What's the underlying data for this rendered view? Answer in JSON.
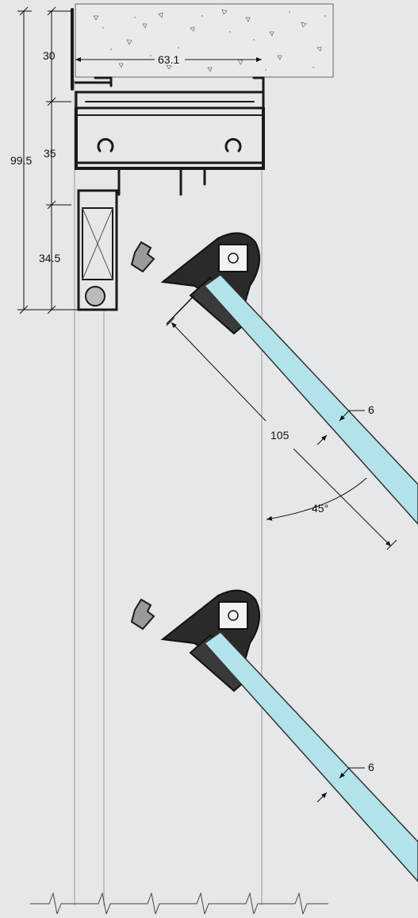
{
  "dimensions": {
    "overall_height": "99.5",
    "top_segment": "30",
    "middle_segment": "35",
    "bottom_segment": "34.5",
    "head_depth": "63.1",
    "blade_width": "105",
    "glass_thickness_upper": "6",
    "glass_thickness_lower": "6",
    "blade_angle": "45°"
  },
  "colors": {
    "background": "#e6e7e8",
    "concrete": "#e9eaea",
    "profile": "#1a1a1a",
    "glass": "#b3e3ea",
    "dimension_line": "#111111"
  }
}
